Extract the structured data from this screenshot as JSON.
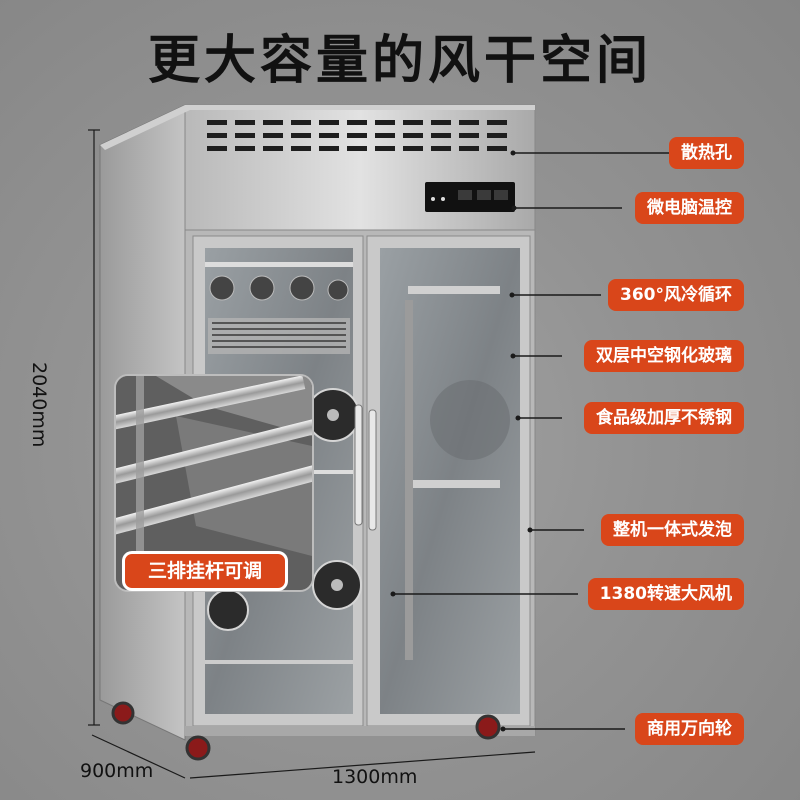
{
  "title": "更大容量的风干空间",
  "callouts": [
    "散热孔",
    "微电脑温控",
    "360°风冷循环",
    "双层中空钢化玻璃",
    "食品级加厚不锈钢",
    "整机一体式发泡",
    "1380转速大风机",
    "商用万向轮"
  ],
  "inset_label": "三排挂杆可调",
  "dimensions": {
    "height": "2040mm",
    "depth": "900mm",
    "width": "1300mm"
  },
  "colors": {
    "accent": "#d9461a",
    "background": "#8f8f8f"
  }
}
